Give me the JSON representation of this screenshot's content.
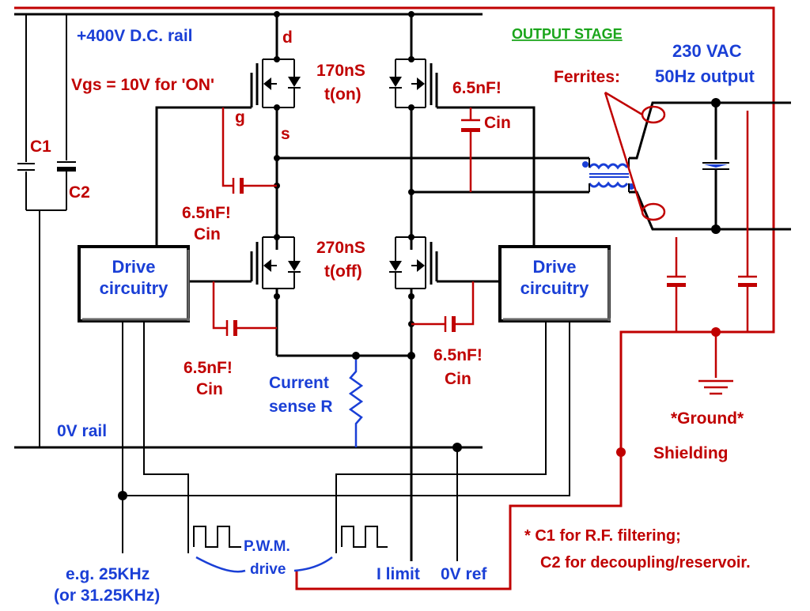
{
  "labels": {
    "dc_rail": "+400V D.C. rail",
    "zero_rail": "0V rail",
    "vgs": "Vgs = 10V for 'ON'",
    "d": "d",
    "g": "g",
    "s": "s",
    "ton_value": "170nS",
    "ton_label": "t(on)",
    "toff_value": "270nS",
    "toff_label": "t(off)",
    "cin_value": "6.5nF!",
    "cin": "Cin",
    "c1": "C1",
    "c2": "C2",
    "drive_line1": "Drive",
    "drive_line2": "circuitry",
    "current_sense_line1": "Current",
    "current_sense_line2": "sense R",
    "output_stage": "OUTPUT STAGE",
    "output_line1": "230 VAC",
    "output_line2": "50Hz output",
    "ferrites": "Ferrites:",
    "ground": "*Ground*",
    "shielding": "Shielding",
    "pwm_line1": "P.W.M.",
    "pwm_line2": "drive",
    "freq_line1": "e.g. 25KHz",
    "freq_line2": "(or 31.25KHz)",
    "i_limit": "I limit",
    "zero_ref": "0V ref",
    "note_line1": "* C1 for R.F. filtering;",
    "note_line2": "C2 for decoupling/reservoir."
  },
  "colors": {
    "wire": "#000000",
    "red": "#c00000",
    "blue": "#1a3fd6",
    "green": "#1aa51a"
  }
}
